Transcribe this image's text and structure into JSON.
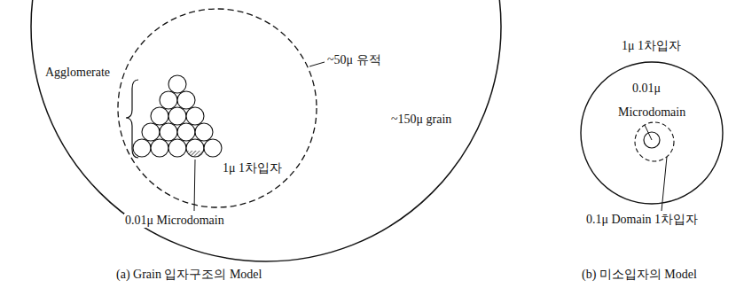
{
  "diagram": {
    "labels": [
      "Agglomerate",
      "~50μ 유적",
      "~150μ grain",
      "1μ 1차입자",
      "0.01μ Microdomain",
      "1μ 1차입자",
      "0.01μ",
      "Microdomain",
      "0.1μ Domain 1차입자",
      "(a) Grain 입자구조의 Model",
      "(b) 미소입자의 Model"
    ]
  }
}
